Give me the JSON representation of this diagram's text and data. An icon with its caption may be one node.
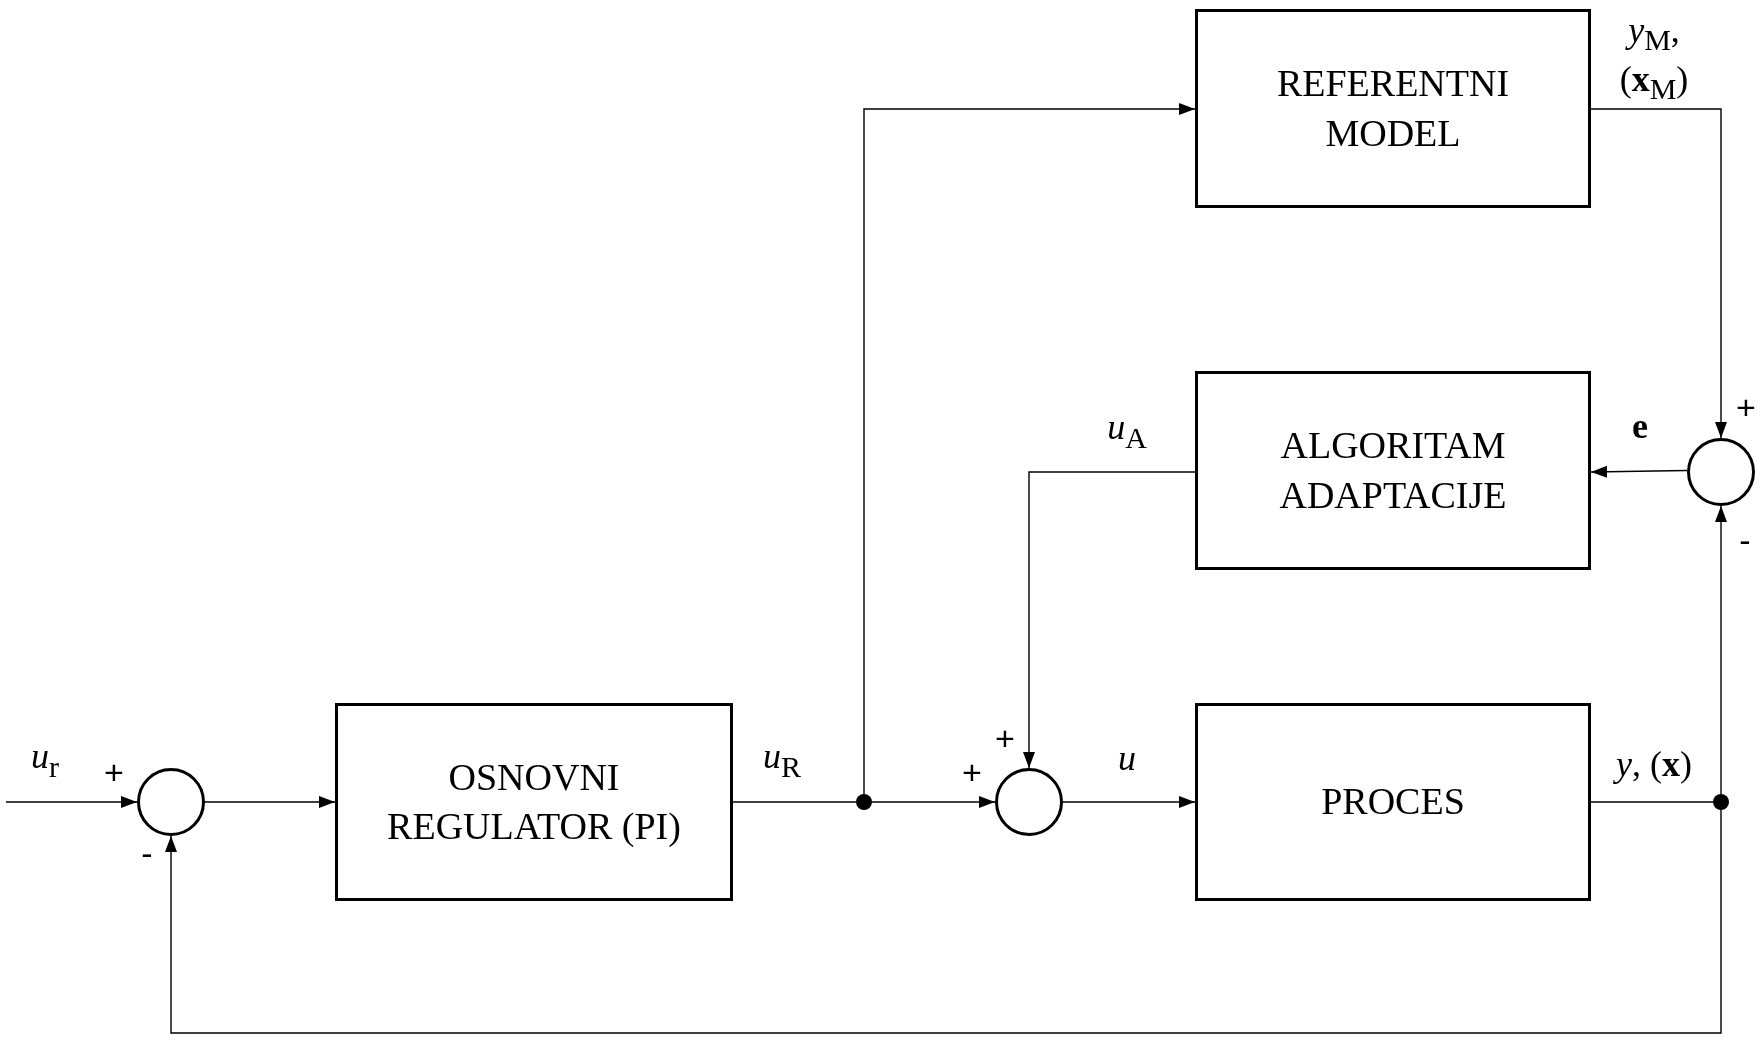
{
  "diagram": {
    "nodes": [
      {
        "text": [],
        "shape": "circle"
      },
      {
        "text": [
          "OSNOVNI REGULATOR (PI)"
        ]
      },
      {
        "text": [],
        "shape": "dot"
      },
      {
        "text": [],
        "shape": "circle"
      },
      {
        "text": [
          "PROCES"
        ]
      },
      {
        "text": [],
        "shape": "dot"
      },
      {
        "text": [
          "REFERENTNI MODEL"
        ]
      },
      {
        "text": [
          "ALGORITAM ADAPTACIJE"
        ]
      },
      {
        "text": [],
        "shape": "circle"
      }
    ],
    "edges": [
      {
        "from": null,
        "to": 0,
        "arrow": "to",
        "label": "*u*$_{r}$"
      },
      {
        "from": 0,
        "to": 1,
        "arrow": "to"
      },
      {
        "from": 1,
        "to": 2,
        "arrow": "none",
        "label": "*u*$_{R}$"
      },
      {
        "from": 2,
        "to": 3,
        "arrow": "to"
      },
      {
        "from": 2,
        "to": 6,
        "arrow": "to"
      },
      {
        "from": 3,
        "to": 4,
        "arrow": "to",
        "label": "*u*"
      },
      {
        "from": 4,
        "to": 5,
        "arrow": "none",
        "label": "*y*, (**x**)"
      },
      {
        "from": 5,
        "to": 0,
        "arrow": "to"
      },
      {
        "from": 5,
        "to": 8,
        "arrow": "to"
      },
      {
        "from": 6,
        "to": 8,
        "arrow": "to",
        "label": "*y*$_{M}$, (**x**$_{M}$)"
      },
      {
        "from": 8,
        "to": 7,
        "arrow": "to",
        "label": "**e**"
      },
      {
        "from": 7,
        "to": 3,
        "arrow": "to",
        "label": "*u*$_{A}$"
      }
    ],
    "labels": [
      "+",
      "-",
      "+",
      "+",
      "+",
      "-"
    ]
  }
}
